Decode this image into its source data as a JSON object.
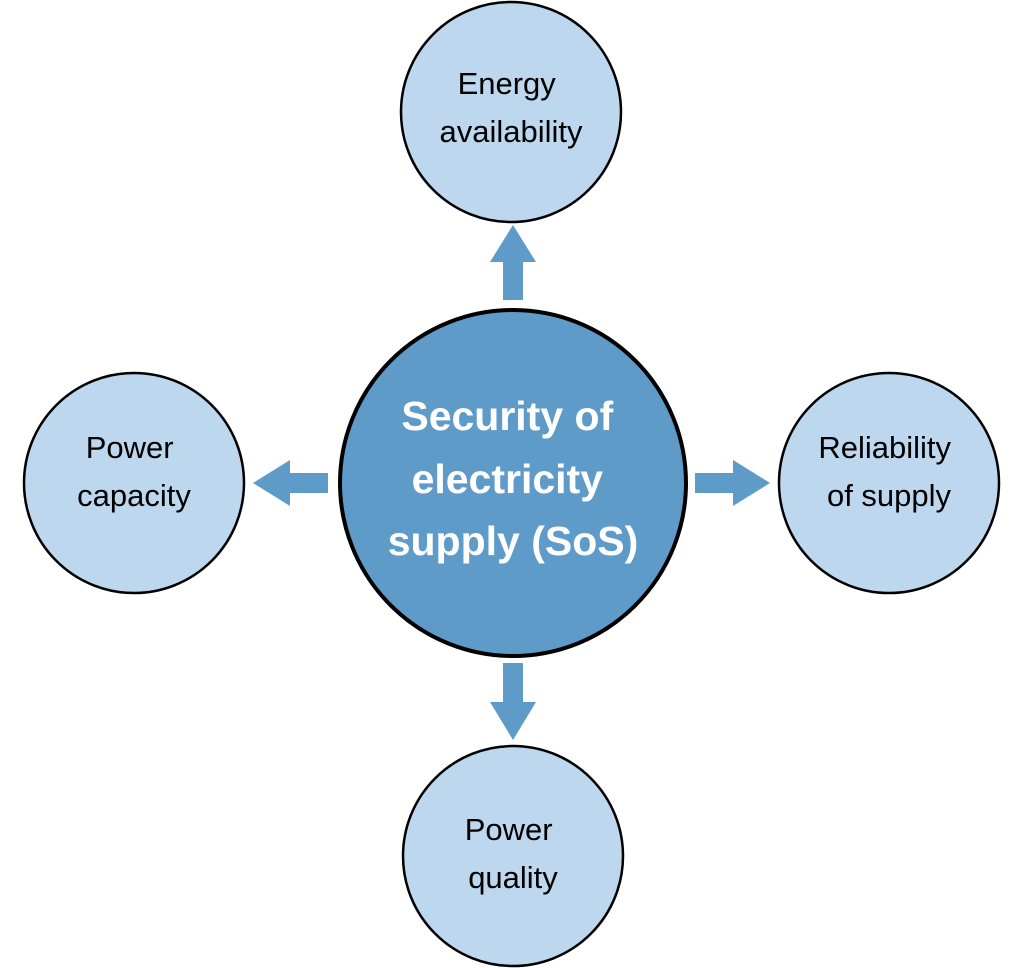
{
  "center": {
    "lines": [
      "Security of",
      "electricity",
      "supply (SoS)"
    ]
  },
  "nodes": {
    "top": {
      "lines": [
        "Energy",
        "availability"
      ]
    },
    "left": {
      "lines": [
        "Power",
        "capacity"
      ]
    },
    "right": {
      "lines": [
        "Reliability",
        "of supply"
      ]
    },
    "bottom": {
      "lines": [
        "Power",
        "quality"
      ]
    }
  },
  "colors": {
    "center_fill": "#5e9bc8",
    "center_text": "#ffffff",
    "node_fill": "#bdd7ef",
    "node_text": "#000000",
    "outline": "#000000",
    "arrow": "#5e9bc8"
  }
}
